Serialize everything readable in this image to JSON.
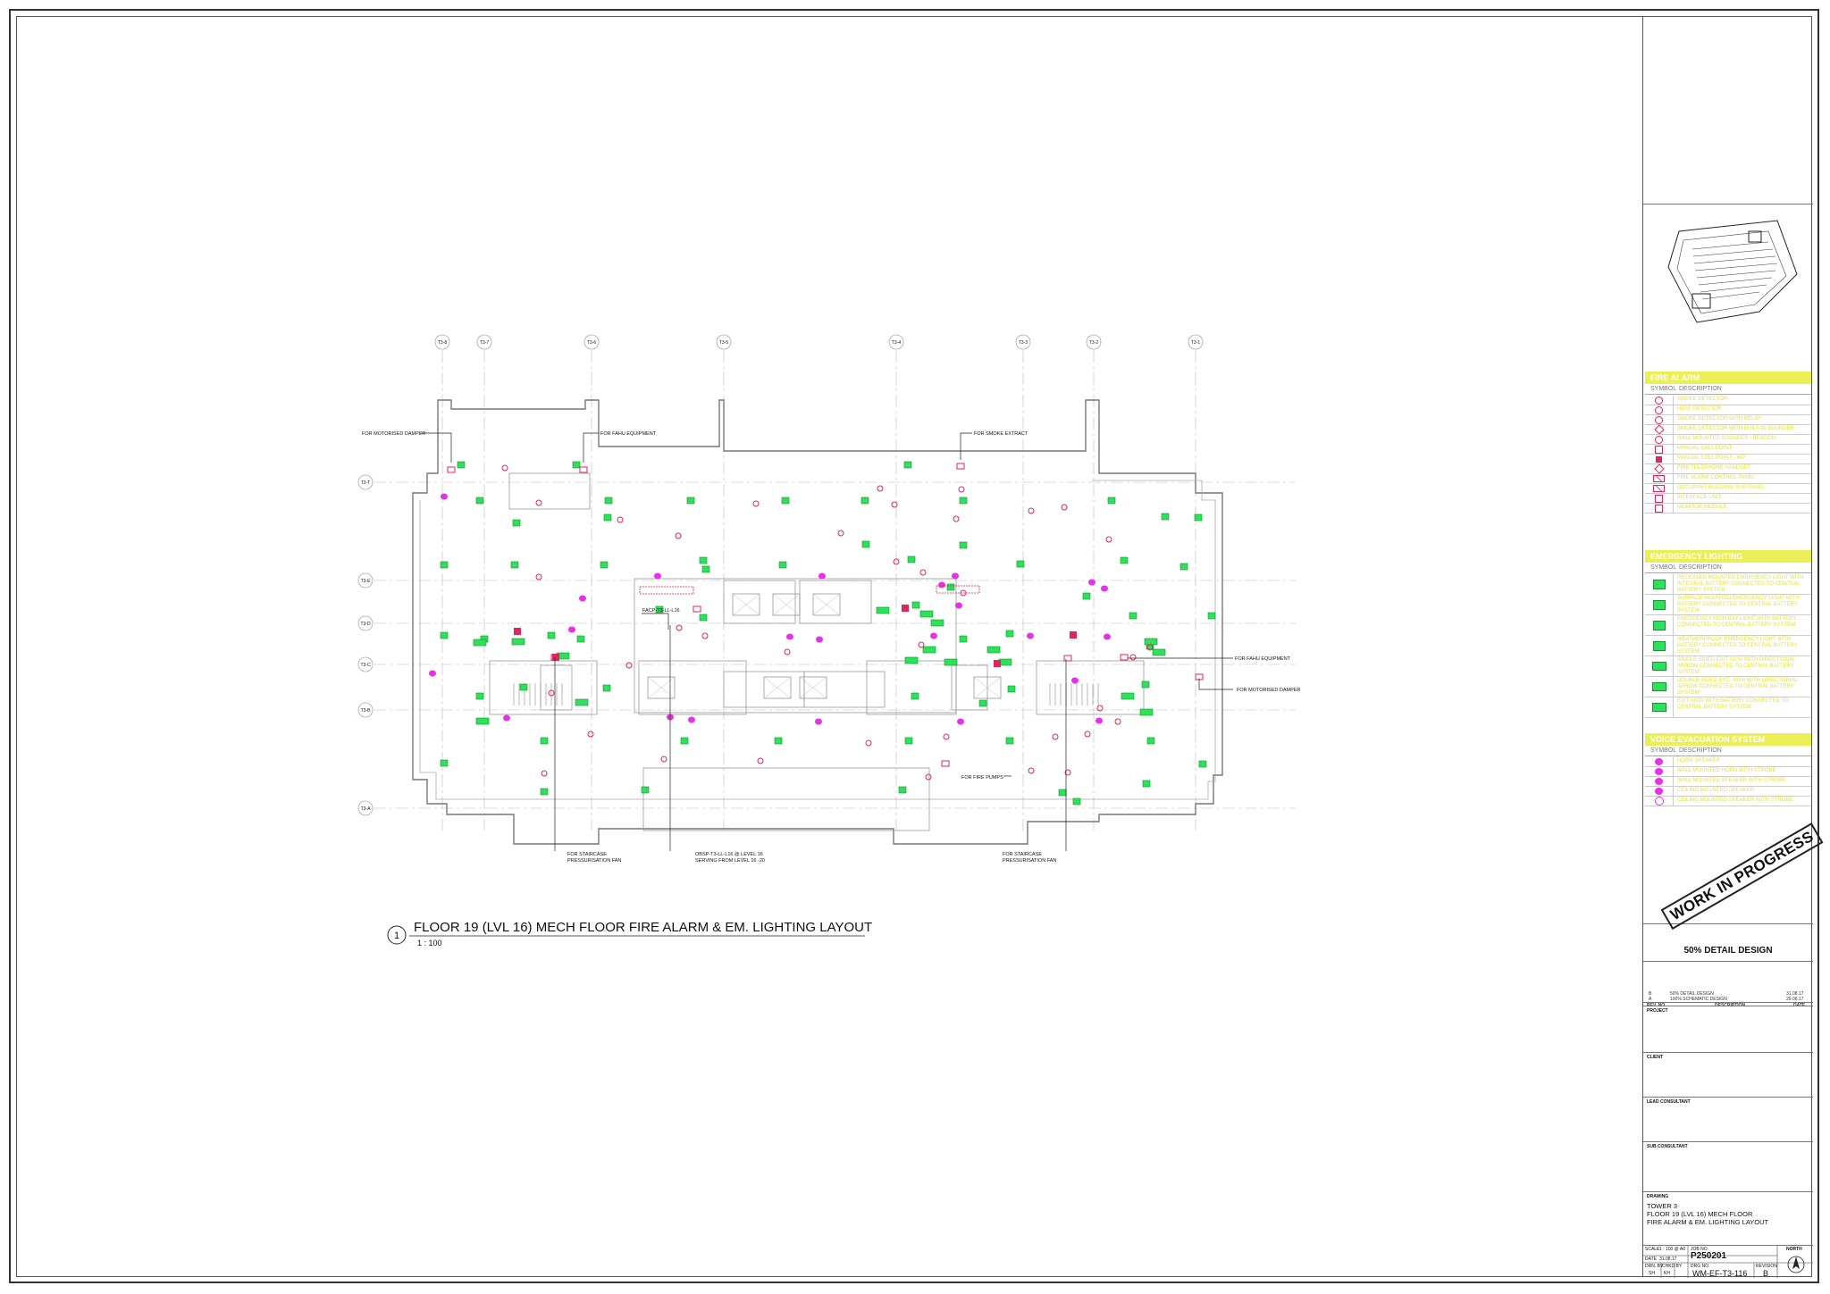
{
  "drawing": {
    "title": "FLOOR 19 (LVL 16) MECH FLOOR FIRE ALARM & EM. LIGHTING LAYOUT",
    "number": "1",
    "scale": "1 : 100"
  },
  "grids": [
    "T3-8",
    "T3-7",
    "T3-6",
    "T3-5",
    "T3-4",
    "T3-3",
    "T3-2",
    "T3-1",
    "T3-T",
    "T3-E",
    "T3-D",
    "T3-C",
    "T3-B",
    "T3-A"
  ],
  "callouts": {
    "motorised_damper_top": "FOR MOTORISED DAMPER",
    "fahu_top": "FOR FAHU EQUIPMENT",
    "smoke_extract": "FOR SMOKE EXTRACT",
    "fahu_right": "FOR FAHU EQUIPMENT",
    "motorised_damper_right": "FOR MOTORISED DAMPER",
    "fire_pumps": "FOR FIRE PUMPS",
    "stair_left": [
      "FOR STAIRCASE",
      "PRESSURISATION FAN"
    ],
    "obsp": [
      "OBSP-T3-LL-L16 @ LEVEL 16",
      "SERVING FROM LEVEL 16 -20"
    ],
    "stair_right": [
      "FOR STAIRCASE",
      "PRESSURISATION FAN"
    ],
    "facp": "FACP-T3-LL-L16"
  },
  "legend_fire": {
    "title": "FIRE ALARM",
    "header": [
      "SYMBOL",
      "DESCRIPTION"
    ],
    "rows": [
      {
        "icon": "circle-icon",
        "text": "SMOKE DETECTOR"
      },
      {
        "icon": "circle-icon",
        "text": "HEAT DETECTOR"
      },
      {
        "icon": "circle-icon",
        "text": "SMOKE DETECTOR WITH RELAY"
      },
      {
        "icon": "sounder-icon",
        "text": "SMOKE DETECTOR WITH BUILT-IN SOUNDER"
      },
      {
        "icon": "circle-icon",
        "text": "WALL MOUNTED SOUNDER / BEACON"
      },
      {
        "icon": "square-icon",
        "text": "MANUAL CALL POINT"
      },
      {
        "icon": "square-filled-icon",
        "text": "MANUAL CALL POINT - WP"
      },
      {
        "icon": "diamond-icon",
        "text": "FIRE TELEPHONE HANDSET"
      },
      {
        "icon": "panel-icon",
        "text": "FIRE ALARM CONTROL PANEL"
      },
      {
        "icon": "panel-icon",
        "text": "OCCUPANT BUILDING SUB-PANEL"
      },
      {
        "icon": "square-icon",
        "text": "INTERFACE UNIT"
      },
      {
        "icon": "square-icon",
        "text": "MONITOR MODULE"
      }
    ]
  },
  "legend_emergency": {
    "title": "EMERGENCY LIGHTING",
    "header": [
      "SYMBOL",
      "DESCRIPTION"
    ],
    "rows": [
      {
        "icon": "em-light-icon",
        "text": "RECESSED MOUNTED EMERGENCY LIGHT WITH INTEGRAL BATTERY CONNECTED TO CENTRAL BATTERY SYSTEM"
      },
      {
        "icon": "em-light-icon",
        "text": "SURFACE MOUNTED EMERGENCY LIGHT WITH BATTERY CONNECTED TO CENTRAL BATTERY SYSTEM"
      },
      {
        "icon": "em-light-icon",
        "text": "EMERGENCY HIGH BAY LIGHT WITH BATTERY CONNECTED TO CENTRAL BATTERY SYSTEM"
      },
      {
        "icon": "em-light-icon",
        "text": "WEATHERPROOF EMERGENCY LIGHT WITH BATTERY CONNECTED TO CENTRAL BATTERY SYSTEM"
      },
      {
        "icon": "exit-sign-icon",
        "text": "SINGLE SIDED EXIT SIGN WITH DIRECTIONAL ARROW CONNECTED TO CENTRAL BATTERY SYSTEM"
      },
      {
        "icon": "exit-sign-icon",
        "text": "DOUBLE SIDED EXIT SIGN WITH DIRECTIONAL ARROW CONNECTED TO CENTRAL BATTERY SYSTEM"
      },
      {
        "icon": "exit-sign-icon",
        "text": "EXIT SIGN WITH BATTERY CONNECTED TO CENTRAL BATTERY SYSTEM"
      }
    ]
  },
  "legend_voice": {
    "title": "VOICE EVACUATION SYSTEM",
    "header": [
      "SYMBOL",
      "DESCRIPTION"
    ],
    "rows": [
      {
        "icon": "speaker-icon",
        "text": "HORN SPEAKER"
      },
      {
        "icon": "speaker-icon",
        "text": "WALL MOUNTED HORN WITH STROBE"
      },
      {
        "icon": "speaker-icon",
        "text": "WALL MOUNTED SPEAKER WITH STROBE"
      },
      {
        "icon": "speaker-icon",
        "text": "CEILING MOUNTED SPEAKER"
      },
      {
        "icon": "speaker-outline-icon",
        "text": "CEILING MOUNTED SPEAKER WITH STROBE"
      }
    ]
  },
  "title_block": {
    "watermark": "WORK IN PROGRESS",
    "stage": "50% DETAIL DESIGN",
    "revisions": [
      {
        "rev": "B",
        "description": "50% DETAIL DESIGN",
        "date": "31.08.17"
      },
      {
        "rev": "A",
        "description": "100% SCHEMATIC DESIGN",
        "date": "29.06.17"
      }
    ],
    "rev_header": {
      "rev": "REV. NO.",
      "description": "DESCRIPTION",
      "date": "DATE"
    },
    "labels": {
      "project": "PROJECT",
      "client": "CLIENT",
      "lead": "LEAD CONSULTANT",
      "sub": "SUB CONSULTANT",
      "drawing": "DRAWING"
    },
    "drawing_title": [
      "TOWER 3",
      "FLOOR 19 (LVL 16) MECH FLOOR",
      "FIRE ALARM & EM. LIGHTING LAYOUT"
    ],
    "scale_label": "SCALE",
    "scale_value": "1 : 100 @ A0",
    "date_label": "DATE",
    "date_value": "31.08.17",
    "job_label": "JOB NO.",
    "job_value": "P250201",
    "north_label": "NORTH",
    "drn_label": "DRN. BY",
    "chkd_label": "CHKD BY",
    "dwg_label": "DRG NO.",
    "rev_label": "REVISION",
    "drn_value": "SH",
    "chkd_value": "KH",
    "dwg_value": "WM-EF-T3-116",
    "rev_value": "B"
  },
  "colors": {
    "fire": "#e0245e",
    "emergency": "#2ee05a",
    "voice": "#e830e8",
    "legend_header": "#e9ef55"
  }
}
